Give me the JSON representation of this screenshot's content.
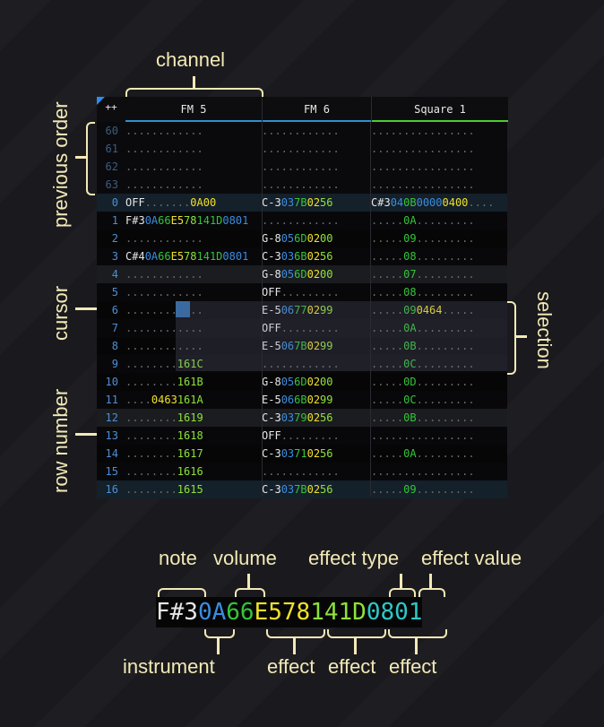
{
  "corner_label": "++",
  "channels": [
    {
      "name": "FM 5",
      "color": "#2f8fd0"
    },
    {
      "name": "FM 6",
      "color": "#2f8fd0"
    },
    {
      "name": "Square 1",
      "color": "#4ecb30"
    }
  ],
  "colors": {
    "note": "#e6e6e6",
    "instrument": "#3a8de0",
    "volume": "#35c43a",
    "effect_type": "#f0e02a",
    "effect_value": "#8ee23a",
    "empty": "#6b6b6b",
    "row_number": "#4c8fd6",
    "row_number_prev": "#3d5c80",
    "annotation": "#f3e9b6"
  },
  "rows": [
    {
      "num": "60",
      "prev": true,
      "cells": [
        [
          [
            "e",
            "............"
          ]
        ],
        [
          [
            "e",
            "............"
          ]
        ],
        [
          [
            "e",
            "................"
          ]
        ]
      ]
    },
    {
      "num": "61",
      "prev": true,
      "cells": [
        [
          [
            "e",
            "............"
          ]
        ],
        [
          [
            "e",
            "............"
          ]
        ],
        [
          [
            "e",
            "................"
          ]
        ]
      ]
    },
    {
      "num": "62",
      "prev": true,
      "cells": [
        [
          [
            "e",
            "............"
          ]
        ],
        [
          [
            "e",
            "............"
          ]
        ],
        [
          [
            "e",
            "................"
          ]
        ]
      ]
    },
    {
      "num": "63",
      "prev": true,
      "cells": [
        [
          [
            "e",
            "............"
          ]
        ],
        [
          [
            "e",
            "............"
          ]
        ],
        [
          [
            "e",
            "................"
          ]
        ]
      ]
    },
    {
      "num": "0",
      "cells": [
        [
          [
            "n",
            "OFF"
          ],
          [
            "e",
            "......."
          ],
          [
            "y",
            "0A00"
          ]
        ],
        [
          [
            "n",
            "C-3"
          ],
          [
            "i",
            "03"
          ],
          [
            "v",
            "7B"
          ],
          [
            "y",
            "02"
          ],
          [
            "x",
            "56"
          ]
        ],
        [
          [
            "n",
            "C#3"
          ],
          [
            "i",
            "04"
          ],
          [
            "v",
            "0B"
          ],
          [
            "i",
            "0000"
          ],
          [
            "y",
            "0400"
          ],
          [
            "e",
            "...."
          ]
        ]
      ]
    },
    {
      "num": "1",
      "cells": [
        [
          [
            "n",
            "F#3"
          ],
          [
            "i",
            "0A"
          ],
          [
            "v",
            "66"
          ],
          [
            "y",
            "E5"
          ],
          [
            "x",
            "78"
          ],
          [
            "v",
            "141D"
          ],
          [
            "i",
            "0801"
          ]
        ],
        [
          [
            "e",
            "............"
          ]
        ],
        [
          [
            "e",
            "....."
          ],
          [
            "v",
            "0A"
          ],
          [
            "e",
            "........."
          ]
        ]
      ]
    },
    {
      "num": "2",
      "cells": [
        [
          [
            "e",
            "............"
          ]
        ],
        [
          [
            "n",
            "G-8"
          ],
          [
            "i",
            "05"
          ],
          [
            "v",
            "6D"
          ],
          [
            "y",
            "02"
          ],
          [
            "x",
            "00"
          ]
        ],
        [
          [
            "e",
            "....."
          ],
          [
            "v",
            "09"
          ],
          [
            "e",
            "........."
          ]
        ]
      ]
    },
    {
      "num": "3",
      "cells": [
        [
          [
            "n",
            "C#4"
          ],
          [
            "i",
            "0A"
          ],
          [
            "v",
            "66"
          ],
          [
            "y",
            "E5"
          ],
          [
            "x",
            "78"
          ],
          [
            "v",
            "141D"
          ],
          [
            "i",
            "0801"
          ]
        ],
        [
          [
            "n",
            "C-3"
          ],
          [
            "i",
            "03"
          ],
          [
            "v",
            "6B"
          ],
          [
            "y",
            "02"
          ],
          [
            "x",
            "56"
          ]
        ],
        [
          [
            "e",
            "....."
          ],
          [
            "v",
            "08"
          ],
          [
            "e",
            "........."
          ]
        ]
      ]
    },
    {
      "num": "4",
      "cells": [
        [
          [
            "e",
            "............"
          ]
        ],
        [
          [
            "n",
            "G-8"
          ],
          [
            "i",
            "05"
          ],
          [
            "v",
            "6D"
          ],
          [
            "y",
            "02"
          ],
          [
            "x",
            "00"
          ]
        ],
        [
          [
            "e",
            "....."
          ],
          [
            "v",
            "07"
          ],
          [
            "e",
            "........."
          ]
        ]
      ]
    },
    {
      "num": "5",
      "cells": [
        [
          [
            "e",
            "............"
          ]
        ],
        [
          [
            "n",
            "OFF"
          ],
          [
            "e",
            "........."
          ]
        ],
        [
          [
            "e",
            "....."
          ],
          [
            "v",
            "08"
          ],
          [
            "e",
            "........."
          ]
        ]
      ]
    },
    {
      "num": "6",
      "cells": [
        [
          [
            "e",
            "............"
          ]
        ],
        [
          [
            "n",
            "E-5"
          ],
          [
            "i",
            "06"
          ],
          [
            "v",
            "77"
          ],
          [
            "y",
            "02"
          ],
          [
            "x",
            "99"
          ]
        ],
        [
          [
            "e",
            "....."
          ],
          [
            "v",
            "09"
          ],
          [
            "y",
            "0464"
          ],
          [
            "e",
            "....."
          ]
        ]
      ]
    },
    {
      "num": "7",
      "cells": [
        [
          [
            "e",
            "............"
          ]
        ],
        [
          [
            "n",
            "OFF"
          ],
          [
            "e",
            "........."
          ]
        ],
        [
          [
            "e",
            "....."
          ],
          [
            "v",
            "0A"
          ],
          [
            "e",
            "........."
          ]
        ]
      ]
    },
    {
      "num": "8",
      "cells": [
        [
          [
            "e",
            "............"
          ]
        ],
        [
          [
            "n",
            "E-5"
          ],
          [
            "i",
            "06"
          ],
          [
            "v",
            "7B"
          ],
          [
            "y",
            "02"
          ],
          [
            "x",
            "99"
          ]
        ],
        [
          [
            "e",
            "....."
          ],
          [
            "v",
            "0B"
          ],
          [
            "e",
            "........."
          ]
        ]
      ]
    },
    {
      "num": "9",
      "cells": [
        [
          [
            "e",
            "........"
          ],
          [
            "x",
            "161C"
          ]
        ],
        [
          [
            "e",
            "............"
          ]
        ],
        [
          [
            "e",
            "....."
          ],
          [
            "v",
            "0C"
          ],
          [
            "e",
            "........."
          ]
        ]
      ]
    },
    {
      "num": "10",
      "cells": [
        [
          [
            "e",
            "........"
          ],
          [
            "x",
            "161B"
          ]
        ],
        [
          [
            "n",
            "G-8"
          ],
          [
            "i",
            "05"
          ],
          [
            "v",
            "6D"
          ],
          [
            "y",
            "02"
          ],
          [
            "x",
            "00"
          ]
        ],
        [
          [
            "e",
            "....."
          ],
          [
            "v",
            "0D"
          ],
          [
            "e",
            "........."
          ]
        ]
      ]
    },
    {
      "num": "11",
      "cells": [
        [
          [
            "e",
            "...."
          ],
          [
            "y",
            "0463"
          ],
          [
            "x",
            "161A"
          ]
        ],
        [
          [
            "n",
            "E-5"
          ],
          [
            "i",
            "06"
          ],
          [
            "v",
            "6B"
          ],
          [
            "y",
            "02"
          ],
          [
            "x",
            "99"
          ]
        ],
        [
          [
            "e",
            "....."
          ],
          [
            "v",
            "0C"
          ],
          [
            "e",
            "........."
          ]
        ]
      ]
    },
    {
      "num": "12",
      "cells": [
        [
          [
            "e",
            "........"
          ],
          [
            "x",
            "1619"
          ]
        ],
        [
          [
            "n",
            "C-3"
          ],
          [
            "i",
            "03"
          ],
          [
            "v",
            "79"
          ],
          [
            "y",
            "02"
          ],
          [
            "x",
            "56"
          ]
        ],
        [
          [
            "e",
            "....."
          ],
          [
            "v",
            "0B"
          ],
          [
            "e",
            "........."
          ]
        ]
      ]
    },
    {
      "num": "13",
      "cells": [
        [
          [
            "e",
            "........"
          ],
          [
            "x",
            "1618"
          ]
        ],
        [
          [
            "n",
            "OFF"
          ],
          [
            "e",
            "........."
          ]
        ],
        [
          [
            "e",
            "................"
          ]
        ]
      ]
    },
    {
      "num": "14",
      "cells": [
        [
          [
            "e",
            "........"
          ],
          [
            "x",
            "1617"
          ]
        ],
        [
          [
            "n",
            "C-3"
          ],
          [
            "i",
            "03"
          ],
          [
            "v",
            "71"
          ],
          [
            "y",
            "02"
          ],
          [
            "x",
            "56"
          ]
        ],
        [
          [
            "e",
            "....."
          ],
          [
            "v",
            "0A"
          ],
          [
            "e",
            "........."
          ]
        ]
      ]
    },
    {
      "num": "15",
      "cells": [
        [
          [
            "e",
            "........"
          ],
          [
            "x",
            "1616"
          ]
        ],
        [
          [
            "e",
            "............"
          ]
        ],
        [
          [
            "e",
            "................"
          ]
        ]
      ]
    },
    {
      "num": "16",
      "cells": [
        [
          [
            "e",
            "........"
          ],
          [
            "x",
            "1615"
          ]
        ],
        [
          [
            "n",
            "C-3"
          ],
          [
            "i",
            "03"
          ],
          [
            "v",
            "7B"
          ],
          [
            "y",
            "02"
          ],
          [
            "x",
            "56"
          ]
        ],
        [
          [
            "e",
            "....."
          ],
          [
            "v",
            "09"
          ],
          [
            "e",
            "........."
          ]
        ]
      ]
    }
  ],
  "labels": {
    "channel": "channel",
    "previous_order": "previous order",
    "cursor": "cursor",
    "row_number": "row number",
    "selection": "selection",
    "note": "note",
    "volume": "volume",
    "effect_type": "effect type",
    "effect_value": "effect value",
    "instrument": "instrument",
    "effect_1": "effect",
    "effect_2": "effect",
    "effect_3": "effect"
  },
  "legend": {
    "note": "F#3",
    "instrument": "0A",
    "volume": "66",
    "effect_1": "E578",
    "effect_2": "141D",
    "effect_3_type": "08",
    "effect_3_value": "01"
  }
}
